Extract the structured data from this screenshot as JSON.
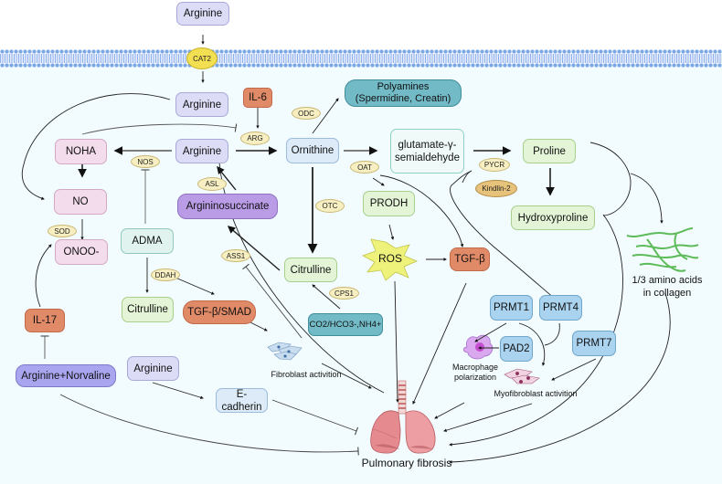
{
  "diagram": {
    "title": "Arginine metabolism in pulmonary fibrosis",
    "transporter": "CAT2",
    "nodes": {
      "arginine_extracellular": "Arginine",
      "arginine_intracellular": "Arginine",
      "arginine_central": "Arginine",
      "il6": "IL-6",
      "polyamines_line1": "Polyamines",
      "polyamines_line2": "(Spermidine, Creatin)",
      "noha": "NOHA",
      "no": "NO",
      "onoo": "ONOO-",
      "ornithine": "Ornithine",
      "glutamate_line1": "glutamate-γ-",
      "glutamate_line2": "semialdehyde",
      "proline": "Proline",
      "hydroxyproline": "Hydroxyproline",
      "argininosuccinate": "Argininosuccinate",
      "adma": "ADMA",
      "prodh": "PRODH",
      "ros": "ROS",
      "tgfb": "TGF-β",
      "citrulline_urea": "Citrulline",
      "citrulline_adma": "Citrulline",
      "tgfb_smad": "TGF-β/SMAD",
      "co2_nh4": "CO2/HCO3-,NH4+",
      "il17": "IL-17",
      "arginine_norvaline": "Arginine+Norvaline",
      "arginine_lower": "Arginine",
      "e_cadherin": "E-cadherin",
      "prmt1": "PRMT1",
      "prmt4": "PRMT4",
      "pad2": "PAD2",
      "prmt7": "PRMT7"
    },
    "enzymes": {
      "odc": "ODC",
      "arg": "ARG",
      "nos": "NOS",
      "asl": "ASL",
      "sod": "SOD",
      "oat": "OAT",
      "otc": "OTC",
      "pycr": "PYCR",
      "kindlin2": "Kindlin-2",
      "ass1": "ASS1",
      "ddah": "DDAH",
      "cps1": "CPS1"
    },
    "labels": {
      "collagen_line1": "1/3 amino acids",
      "collagen_line2": "in collagen",
      "fibroblast": "Fibroblast activition",
      "macrophage_line1": "Macrophage",
      "macrophage_line2": "polarization",
      "myofibroblast": "Myofibroblast activition",
      "pulmonary_fibrosis": "Pulmonary fibrosis"
    },
    "colors": {
      "membrane": "#7aa7e6",
      "cytoplasm": "#f2fbfd",
      "collagen": "#5dbb5a",
      "lung": "#e58a8f",
      "ros_star": "#eef27a"
    }
  }
}
